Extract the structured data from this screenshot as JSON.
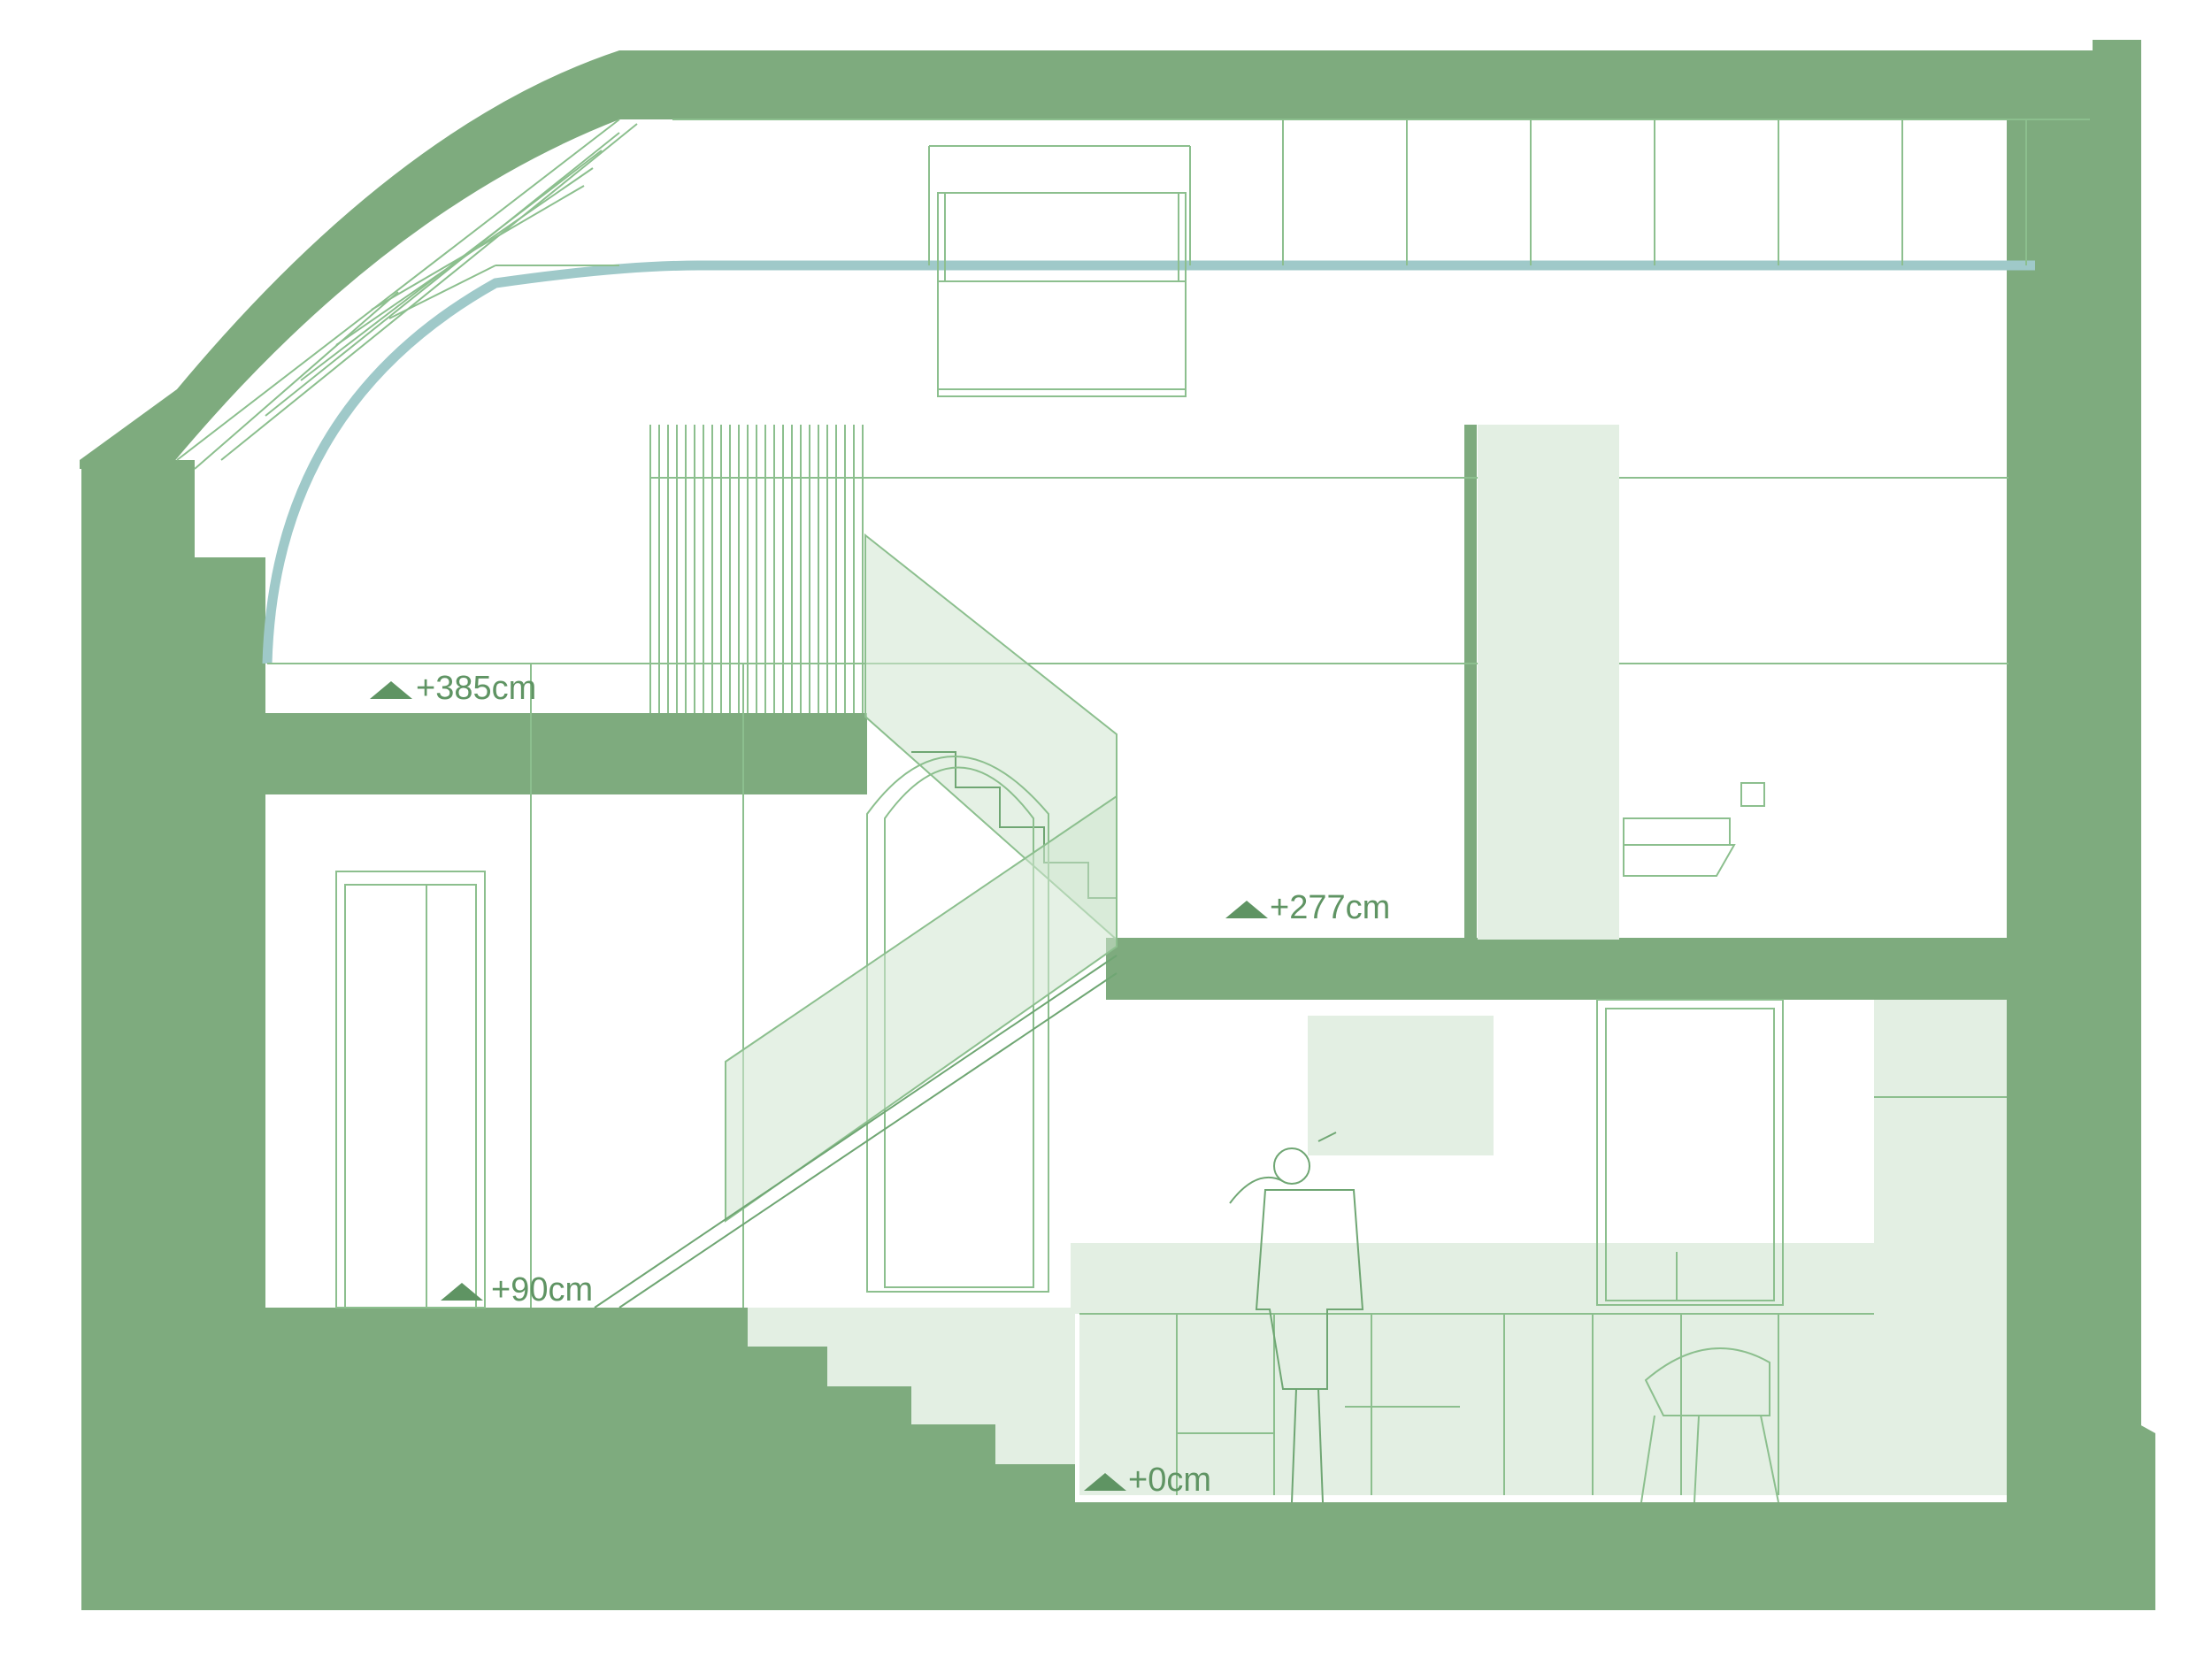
{
  "colors": {
    "wall": "#7eab7e",
    "light_fill": "#e3efe3",
    "line": "#8cbf8e",
    "label": "#5f9463",
    "ceiling_blue": "#9fc9c9"
  },
  "levels": [
    {
      "label": "+385cm"
    },
    {
      "label": "+277cm"
    },
    {
      "label": "+90cm"
    },
    {
      "label": "+0cm"
    }
  ],
  "icons": {
    "level_marker": "triangle-icon",
    "person": "person-icon",
    "chair": "chair-icon"
  }
}
